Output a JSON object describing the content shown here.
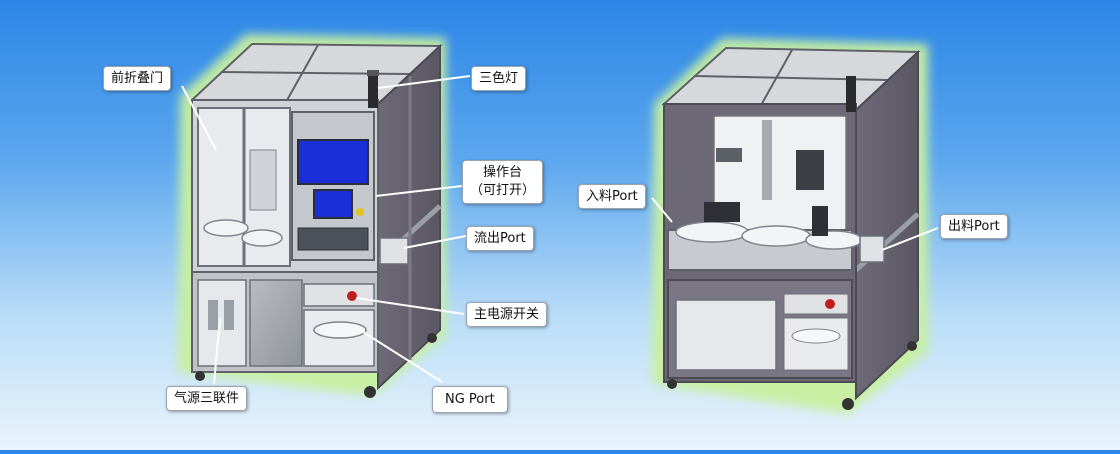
{
  "callouts": {
    "front_folding_door": "前折叠门",
    "tower_light": "三色灯",
    "operation_panel_line1": "操作台",
    "operation_panel_line2": "（可打开）",
    "outflow_port": "流出Port",
    "main_power_switch": "主电源开关",
    "ng_port": "NG Port",
    "air_source_triplet": "气源三联件",
    "inlet_port": "入料Port",
    "outlet_port": "出料Port"
  },
  "colors": {
    "background_top": "#2d86e6",
    "background_bottom": "#e9f4fc",
    "machine_glow": "#c8f0a0",
    "frame": "#8a8d93",
    "screen": "#1a2fd8",
    "callout_bg": "#ffffff"
  }
}
